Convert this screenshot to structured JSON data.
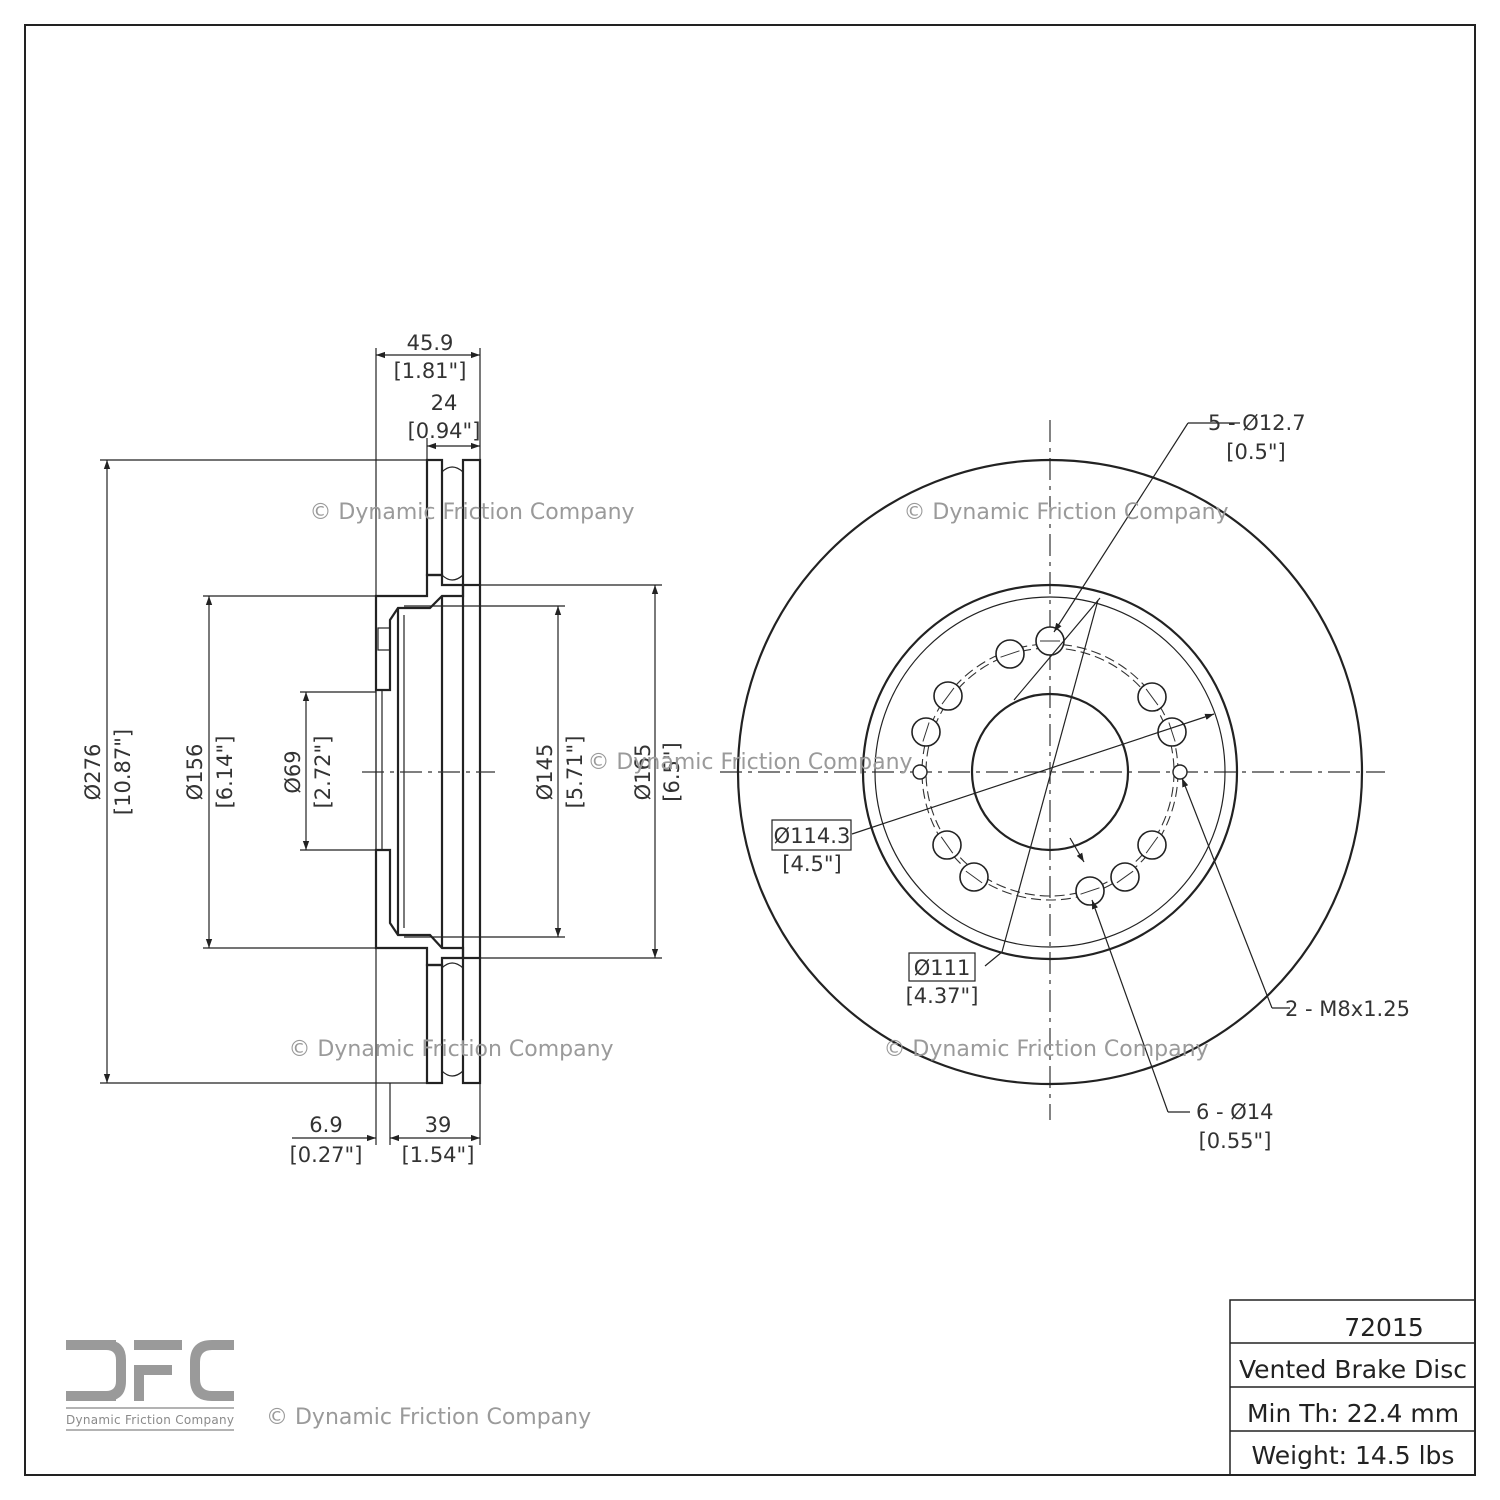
{
  "watermarks": {
    "text": "© Dynamic Friction Company"
  },
  "side_view": {
    "overall_width": {
      "mm": "45.9",
      "in": "[1.81\"]"
    },
    "hat_width": {
      "mm": "24",
      "in": "[0.94\"]"
    },
    "outer_diameter": {
      "mm": "Ø276",
      "in": "[10.87\"]"
    },
    "hat_diameter": {
      "mm": "Ø156",
      "in": "[6.14\"]"
    },
    "center_bore": {
      "mm": "Ø69",
      "in": "[2.72\"]"
    },
    "inner_hat_diameter": {
      "mm": "Ø145",
      "in": "[5.71\"]"
    },
    "vane_diameter": {
      "mm": "Ø165",
      "in": "[6.5\"]"
    },
    "flange_thickness": {
      "mm": "6.9",
      "in": "[0.27\"]"
    },
    "hat_depth": {
      "mm": "39",
      "in": "[1.54\"]"
    }
  },
  "front_view": {
    "stud_holes": {
      "mm": "5 - Ø12.7",
      "in": "[0.5\"]"
    },
    "bolt_circle_1": {
      "mm": "Ø114.3",
      "in": "[4.5\"]"
    },
    "bolt_circle_2": {
      "mm": "Ø111",
      "in": "[4.37\"]"
    },
    "threaded_holes": {
      "label": "2 - M8x1.25"
    },
    "bolt_holes": {
      "mm": "6 - Ø14",
      "in": "[0.55\"]"
    }
  },
  "logo": {
    "letters": "DFC",
    "caption": "Dynamic Friction Company"
  },
  "title_block": {
    "part_number": "72015",
    "description": "Vented Brake Disc",
    "min_thickness": "Min Th: 22.4 mm",
    "weight": "Weight: 14.5 lbs"
  }
}
